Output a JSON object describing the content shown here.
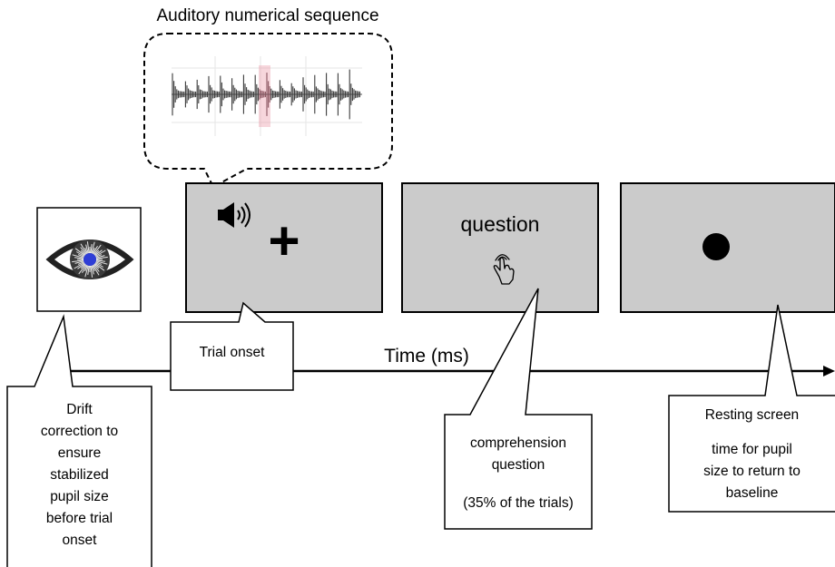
{
  "title": "Auditory numerical sequence",
  "axis": {
    "label": "Time (ms)"
  },
  "screens": {
    "fixation": {
      "symbol": "+"
    },
    "question": {
      "label": "question"
    }
  },
  "callouts": {
    "trial_onset": "Trial onset",
    "drift": [
      "Drift",
      "correction to",
      "ensure",
      "stabilized",
      "pupil size",
      "before trial",
      "onset"
    ],
    "comprehension": {
      "lines": [
        "comprehension",
        "question"
      ],
      "note": "(35% of the trials)"
    },
    "resting": {
      "title": "Resting screen",
      "lines": [
        "time for pupil",
        "size to return to",
        "baseline"
      ]
    }
  },
  "icons": [
    "eye-icon",
    "speaker-icon",
    "pointing-hand-icon",
    "waveform"
  ],
  "colors": {
    "screen_fill": "#cbcbcb",
    "iris_blue": "#2f3ed6",
    "waveform_highlight": "#e98a9a"
  }
}
